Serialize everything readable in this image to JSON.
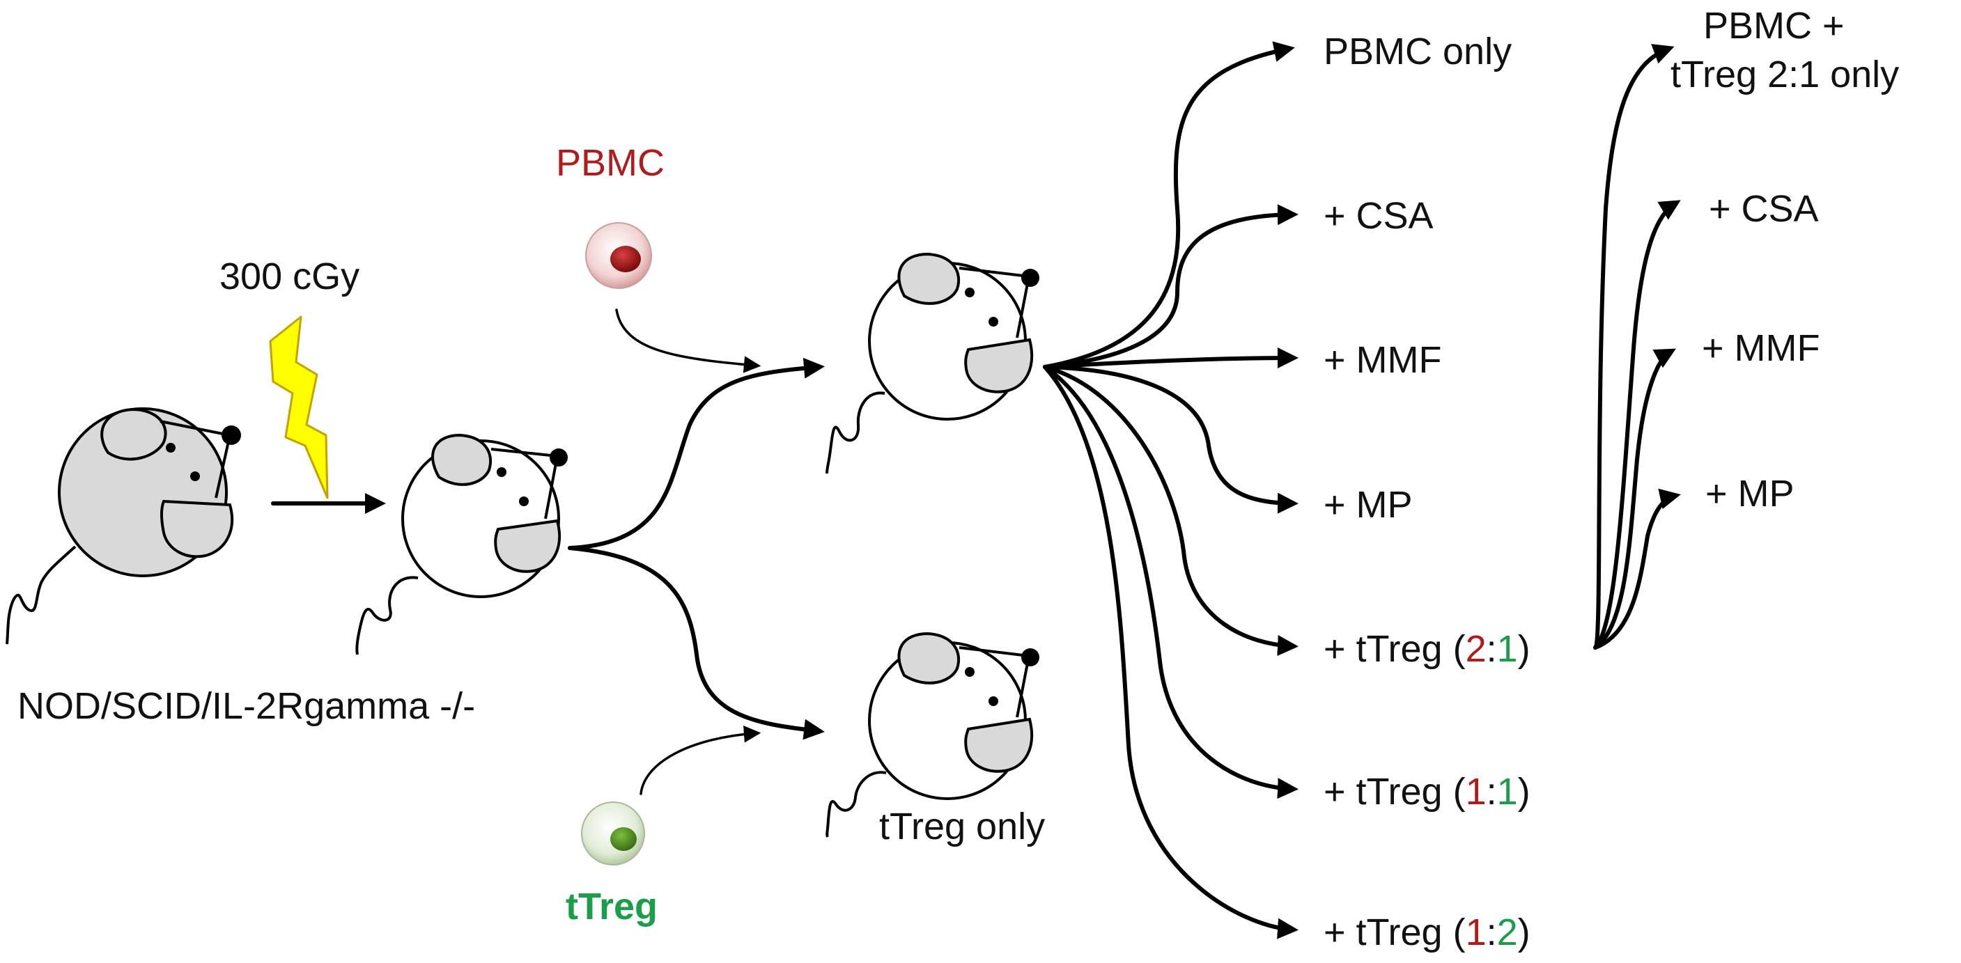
{
  "strain_label": "NOD/SCID/IL-2Rgamma -/-",
  "irradiation_label": "300 cGy",
  "pbmc_label": "PBMC",
  "treg_label": "tTreg",
  "treg_only_label": "tTreg only",
  "groups": {
    "pbmc_only": "PBMC only",
    "csa": "+ CSA",
    "mmf": "+ MMF",
    "mp": "+ MP",
    "treg_prefix": "+ tTreg (",
    "close": ")",
    "colon": ":",
    "ratio_2_1": [
      "2",
      "1"
    ],
    "ratio_1_1": [
      "1",
      "1"
    ],
    "ratio_1_2": [
      "1",
      "2"
    ]
  },
  "sub_groups": {
    "title_line1": "PBMC +",
    "title_line2": "tTreg 2:1 only",
    "csa": "+ CSA",
    "mmf": "+ MMF",
    "mp": "+ MP"
  },
  "colors": {
    "pbmc": "#b01c1c",
    "treg": "#1a9e4a",
    "mouse_irradiated_fill": "#d9d9d9",
    "mouse_fill": "#ffffff",
    "bolt": "#ffff00"
  },
  "icons": {
    "mouse": "mouse-icon",
    "bolt": "lightning-bolt-icon",
    "cell": "cell-icon"
  }
}
